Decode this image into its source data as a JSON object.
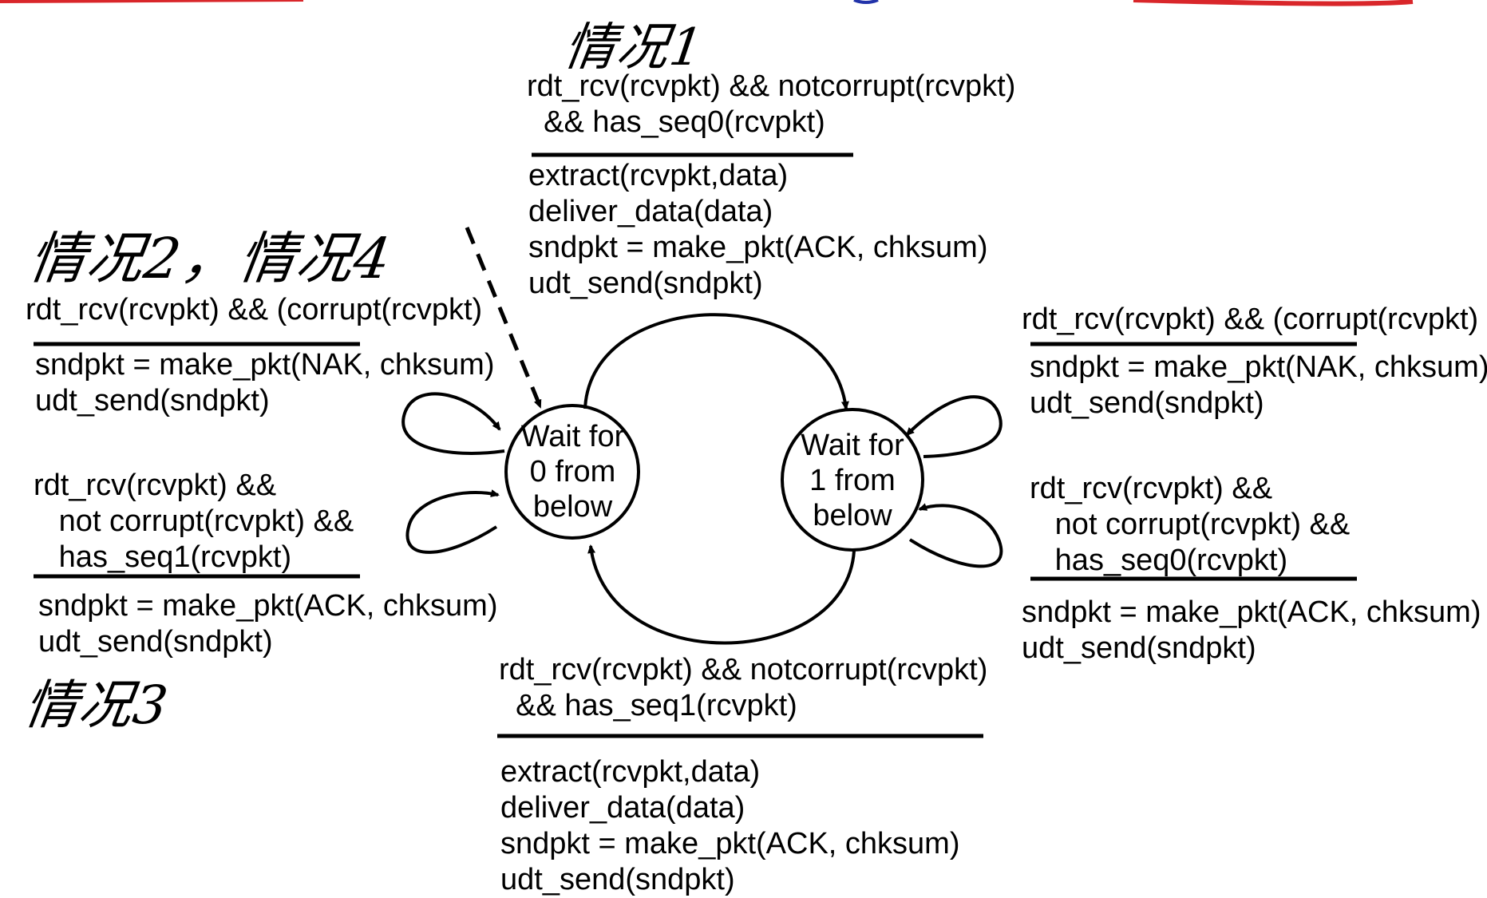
{
  "annotations": {
    "case1": "情况1",
    "case2_4": "情况2，情况4",
    "case3": "情况3"
  },
  "states": {
    "s0": [
      "Wait for",
      "0 from",
      "below"
    ],
    "s1": [
      "Wait for",
      "1 from",
      "below"
    ]
  },
  "transitions": {
    "top": {
      "event": [
        "rdt_rcv(rcvpkt) && notcorrupt(rcvpkt)",
        "  && has_seq0(rcvpkt)"
      ],
      "actions": [
        "extract(rcvpkt,data)",
        "deliver_data(data)",
        "sndpkt = make_pkt(ACK, chksum)",
        "udt_send(sndpkt)"
      ]
    },
    "bottom": {
      "event": [
        "rdt_rcv(rcvpkt) && notcorrupt(rcvpkt)",
        "  && has_seq1(rcvpkt)"
      ],
      "actions": [
        "extract(rcvpkt,data)",
        "deliver_data(data)",
        "sndpkt = make_pkt(ACK, chksum)",
        "udt_send(sndpkt)"
      ]
    },
    "left_corrupt": {
      "event": [
        "rdt_rcv(rcvpkt) && (corrupt(rcvpkt)"
      ],
      "actions": [
        "sndpkt = make_pkt(NAK, chksum)",
        "udt_send(sndpkt)"
      ]
    },
    "left_seq1": {
      "event": [
        "rdt_rcv(rcvpkt) &&",
        "   not corrupt(rcvpkt) &&",
        "   has_seq1(rcvpkt)"
      ],
      "actions": [
        "sndpkt = make_pkt(ACK, chksum)",
        "udt_send(sndpkt)"
      ]
    },
    "right_corrupt": {
      "event": [
        "rdt_rcv(rcvpkt) && (corrupt(rcvpkt)"
      ],
      "actions": [
        "sndpkt = make_pkt(NAK, chksum)",
        "udt_send(sndpkt)"
      ]
    },
    "right_seq0": {
      "event": [
        "rdt_rcv(rcvpkt) &&",
        "   not corrupt(rcvpkt) &&",
        "   has_seq0(rcvpkt)"
      ],
      "actions": [
        "sndpkt = make_pkt(ACK, chksum)",
        "udt_send(sndpkt)"
      ]
    }
  }
}
